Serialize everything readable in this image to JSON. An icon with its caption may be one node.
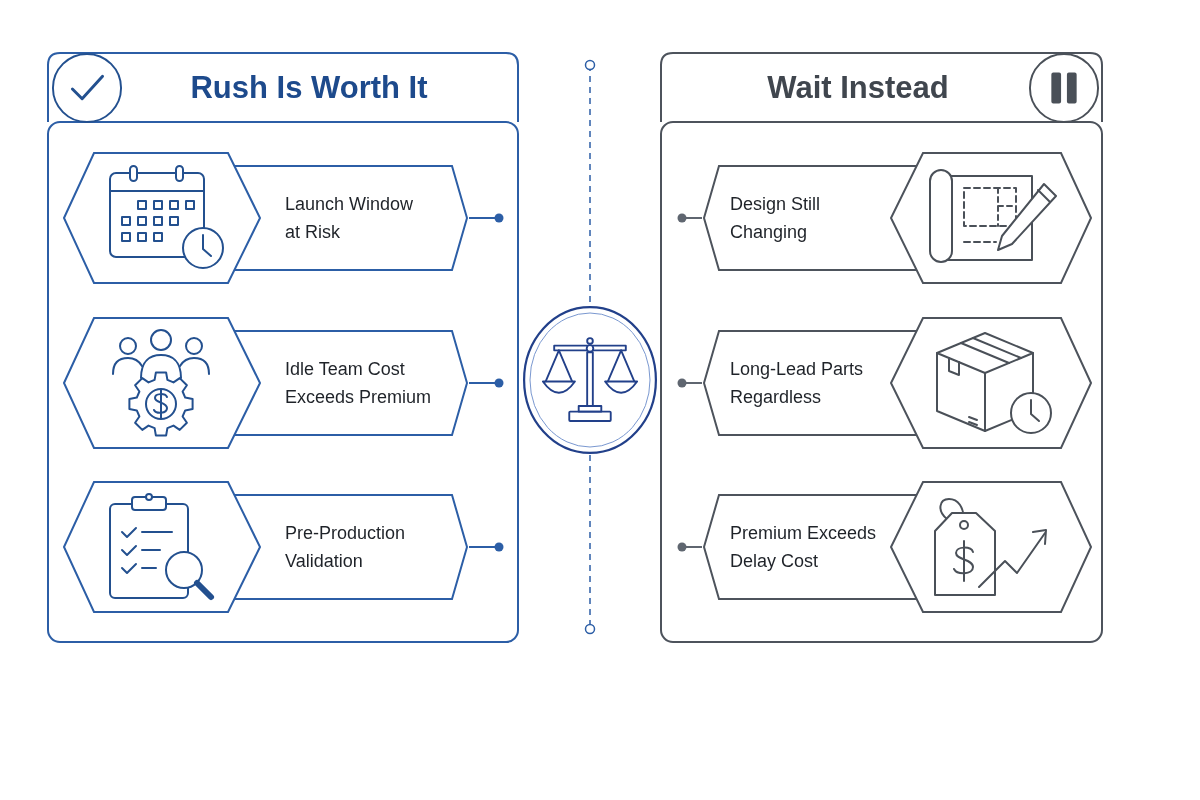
{
  "diagram": {
    "nodes": [
      {
        "text": [
          "Rush Is Worth It"
        ]
      },
      {
        "text": [
          "Launch Window at Risk"
        ],
        "in": 0
      },
      {
        "text": [
          "Idle Team Cost Exceeds Premium"
        ],
        "in": 0
      },
      {
        "text": [
          "Pre-Production Validation"
        ],
        "in": 0
      },
      {
        "text": [],
        "shape": "circle"
      },
      {
        "text": [
          "Wait Instead"
        ]
      },
      {
        "text": [
          "Design Still Changing"
        ],
        "in": 5
      },
      {
        "text": [
          "Long-Lead Parts Regardless"
        ],
        "in": 5
      },
      {
        "text": [
          "Premium Exceeds Delay Cost"
        ],
        "in": 5
      }
    ],
    "edges": [
      {
        "from": 1,
        "to": null,
        "arrow": "other"
      },
      {
        "from": 2,
        "to": null,
        "arrow": "other"
      },
      {
        "from": 3,
        "to": null,
        "arrow": "other"
      },
      {
        "from": null,
        "to": 4,
        "arrow": "other",
        "style": "dashed"
      },
      {
        "from": 4,
        "to": null,
        "arrow": "other",
        "style": "dashed"
      },
      {
        "from": null,
        "to": 6,
        "arrow": "other",
        "color": "#5f6670"
      },
      {
        "from": null,
        "to": 7,
        "arrow": "other",
        "color": "#5f6670"
      },
      {
        "from": null,
        "to": 8,
        "arrow": "other",
        "color": "#5f6670"
      }
    ]
  }
}
